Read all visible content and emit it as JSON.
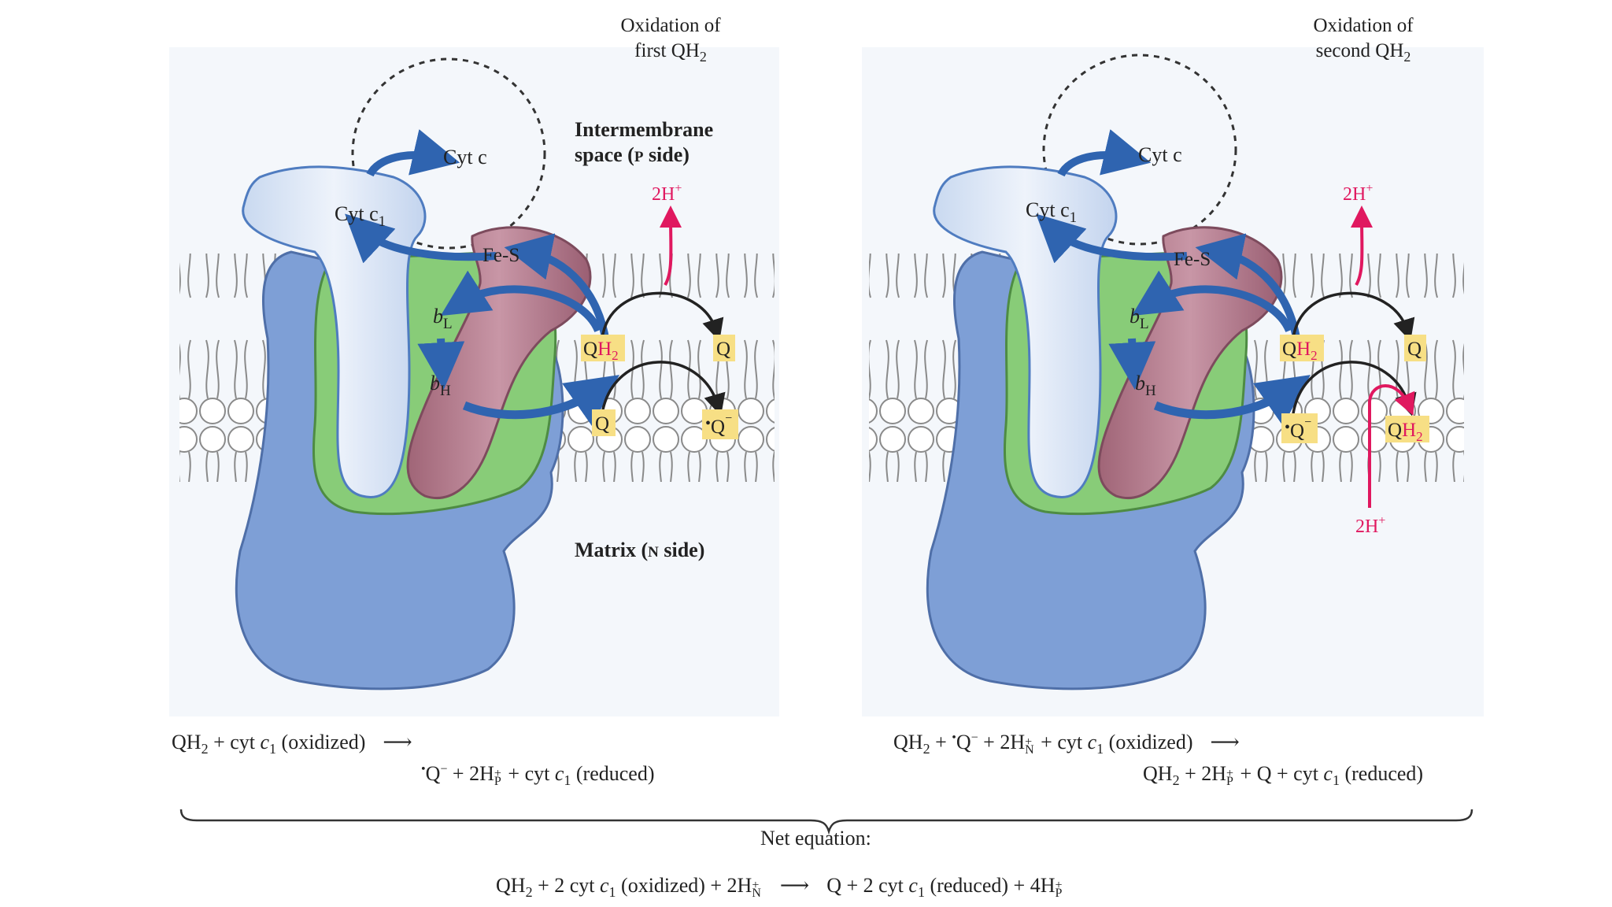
{
  "panels": [
    {
      "title_line1": "Oxidation of",
      "title_line2_main": "first QH",
      "title_line2_sub": "2",
      "cyt_c": "Cyt c",
      "cyt_c1_main": "Cyt c",
      "cyt_c1_sub": "1",
      "fes": "Fe-S",
      "bl_main": "b",
      "bl_sub": "L",
      "bh_main": "b",
      "bh_sub": "H",
      "proton_top": "2H",
      "proton_sup": "+",
      "qh2_q": "Q",
      "qh2_h": "H",
      "qh2_sub": "2",
      "q_top": "Q",
      "q_bottom": "Q",
      "semiquinone": "Q"
    },
    {
      "title_line1": "Oxidation of",
      "title_line2_main": "second QH",
      "title_line2_sub": "2",
      "cyt_c": "Cyt c",
      "cyt_c1_main": "Cyt c",
      "cyt_c1_sub": "1",
      "fes": "Fe-S",
      "bl_main": "b",
      "bl_sub": "L",
      "bh_main": "b",
      "bh_sub": "H",
      "proton_top": "2H",
      "proton_bottom": "2H",
      "proton_sup": "+",
      "qh2_q": "Q",
      "qh2_h": "H",
      "qh2_sub": "2",
      "q_top": "Q",
      "semiquinone": "Q",
      "qh2_out_q": "Q",
      "qh2_out_h": "H",
      "qh2_out_sub": "2"
    }
  ],
  "labels": {
    "intermembrane_line1": "Intermembrane",
    "intermembrane_line2_a": "space (",
    "intermembrane_line2_p": "P",
    "intermembrane_line2_b": " side)",
    "matrix_a": "Matrix (",
    "matrix_n": "N",
    "matrix_b": " side)"
  },
  "equations": {
    "eq1_line1": {
      "a": "QH",
      "a_sub": "2",
      "b": " + cyt ",
      "c": "c",
      "c_sub": "1",
      "d": " (oxidized)"
    },
    "eq1_line2": {
      "rad": "•",
      "q": "Q",
      "q_sup": "−",
      "b": " + 2H",
      "b_sup": "+",
      "b_sub": "P",
      "c": " + cyt ",
      "d": "c",
      "d_sub": "1",
      "e": " (reduced)"
    },
    "eq2_line1": {
      "a": "QH",
      "a_sub": "2",
      "b": " + ",
      "rad": "•",
      "q": "Q",
      "q_sup": "−",
      "c": " + 2H",
      "c_sup": "+",
      "c_sub": "N",
      "d": " + cyt ",
      "e": "c",
      "e_sub": "1",
      "f": " (oxidized)"
    },
    "eq2_line2": {
      "a": "QH",
      "a_sub": "2",
      "b": " + 2H",
      "b_sup": "+",
      "b_sub": "P",
      "c": " + Q + cyt ",
      "d": "c",
      "d_sub": "1",
      "e": " (reduced)"
    },
    "net_label": "Net equation:",
    "net": {
      "a": "QH",
      "a_sub": "2",
      "b": " + 2 cyt ",
      "c": "c",
      "c_sub": "1",
      "d": " (oxidized) + 2H",
      "d_sup": "+",
      "d_sub": "N",
      "e": "Q + 2 cyt ",
      "f": "c",
      "f_sub": "1",
      "g": " (reduced) + 4H",
      "g_sup": "+",
      "g_sub": "P"
    }
  },
  "colors": {
    "body_blue": "#7e9fd6",
    "cyt_c1": "#dce7f6",
    "green": "#88cc78",
    "pink": "#b07c8e",
    "arrow_blue": "#2f64b0",
    "proton": "#e0185f",
    "quinone_box": "#f7df85",
    "membrane": "#c8c8c8"
  }
}
